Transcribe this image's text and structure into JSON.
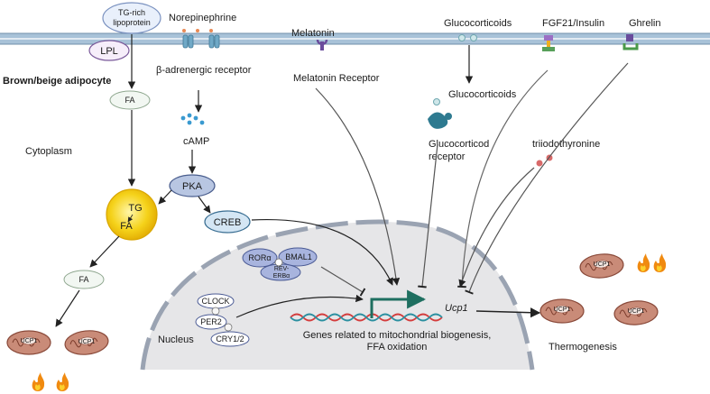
{
  "labels": {
    "tg_rich_line1": "TG-rich",
    "tg_rich_line2": "lipoprotein",
    "lpl": "LPL",
    "norepinephrine": "Norepinephrine",
    "melatonin": "Melatonin",
    "glucocorticoids_top": "Glucocorticoids",
    "fgf21_insulin": "FGF21/Insulin",
    "ghrelin": "Ghrelin",
    "brown_beige_adipocyte": "Brown/beige adipocyte",
    "beta_adrenergic_receptor": "β-adrenergic receptor",
    "melatonin_receptor": "Melatonin Receptor",
    "glucocorticoids_inner": "Glucocorticoids",
    "glucocorticoid_receptor_line1": "Glucocorticod",
    "glucocorticoid_receptor_line2": "receptor",
    "triiodothyronine": "triiodothyronine",
    "fa_top": "FA",
    "cytoplasm": "Cytoplasm",
    "camp": "cAMP",
    "pka": "PKA",
    "creb": "CREB",
    "tg": "TG",
    "fa_droplet": "FA",
    "fa_bottom": "FA",
    "ror_alpha": "RORα",
    "bmal1": "BMAL1",
    "rev_erb_line1": "REV-",
    "rev_erb_line2": "ERBα",
    "clock": "CLOCK",
    "per2": "PER2",
    "cry12": "CRY1/2",
    "nucleus": "Nucleus",
    "ucp1_gene": "Ucp1",
    "genes_line1": "Genes related to mitochondrial biogenesis,",
    "genes_line2": "FFA oxidation",
    "thermogenesis": "Thermogenesis",
    "mito_label": "UCP1"
  },
  "icons": [
    "lipoprotein-icon",
    "lpl-enzyme-icon",
    "beta-adrenergic-receptor-icon",
    "melatonin-receptor-icon",
    "fgf21-insulin-receptor-icon",
    "ghrelin-receptor-icon",
    "glucocorticoid-receptor-icon",
    "mitochondrion-icon",
    "flame-icon",
    "dna-icon"
  ],
  "colors": {
    "membrane": "#a8c2d8",
    "membrane_edge": "#6f8faa",
    "nucleus_fill": "#e6e6e8",
    "nucleus_edge": "#9aa3b2",
    "pka_fill": "#b8c6e2",
    "creb_fill": "#d4e6f4",
    "lipid_droplet": "#f2c418",
    "mito_fill": "#c98b78",
    "flame": "#f08a10",
    "arrow": "#222222",
    "arrow_grey": "#666666",
    "dna_red": "#d43c3c",
    "dna_teal": "#2a8fa0"
  }
}
